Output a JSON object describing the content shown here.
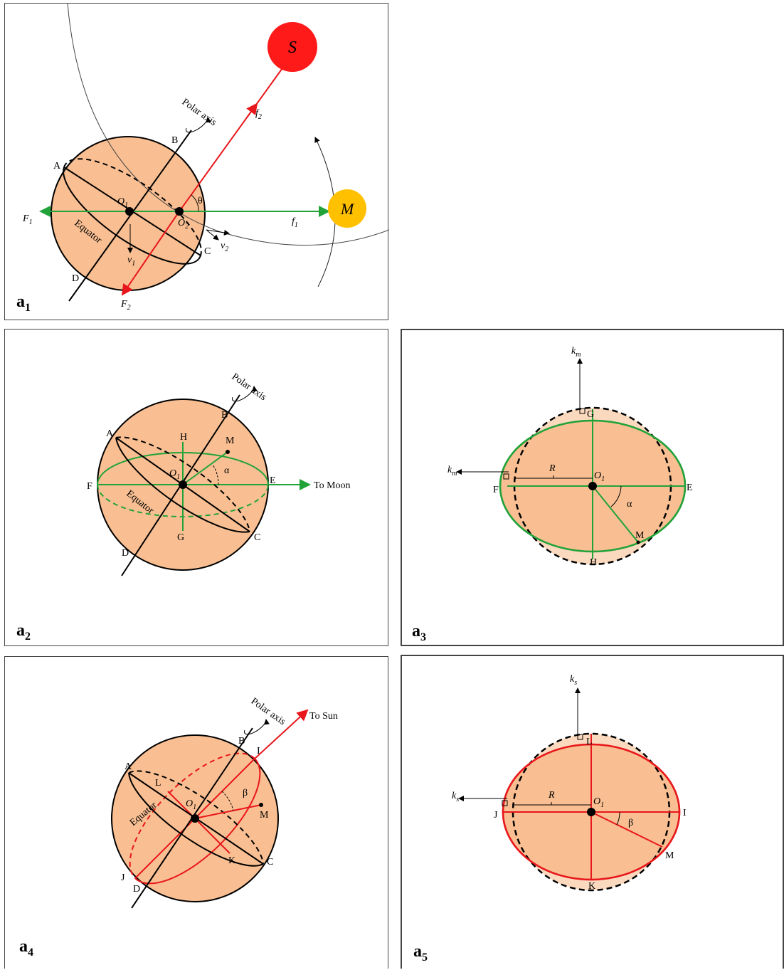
{
  "panels": {
    "a1": {
      "tag": "a",
      "tag_sub": "1",
      "polar_axis": "Polar axis",
      "equator": "Equator",
      "sun": "S",
      "moon": "M",
      "pts": {
        "A": "A",
        "B": "B",
        "C": "C",
        "D": "D"
      },
      "O1": "O",
      "O1_sub": "1",
      "O2": "O",
      "O2_sub": "2",
      "theta": "θ",
      "F1": "F",
      "F1_sub": "1",
      "F2": "F",
      "F2_sub": "2",
      "f1": "f",
      "f1_sub": "1",
      "f2": "f",
      "f2_sub": "2",
      "v1": "v",
      "v1_sub": "1",
      "v2": "v",
      "v2_sub": "2"
    },
    "a2": {
      "tag": "a",
      "tag_sub": "2",
      "polar_axis": "Polar axis",
      "equator": "Equator",
      "to_moon": "To Moon",
      "pts": {
        "A": "A",
        "B": "B",
        "C": "C",
        "D": "D",
        "E": "E",
        "F": "F",
        "G": "G",
        "H": "H",
        "M": "M"
      },
      "O1": "O",
      "O1_sub": "1",
      "alpha": "α"
    },
    "a3": {
      "tag": "a",
      "tag_sub": "3",
      "k": "k",
      "k_sub": "m",
      "R": "R",
      "pts": {
        "E": "E",
        "F": "F",
        "G": "G",
        "H": "H",
        "M": "M"
      },
      "O1": "O",
      "O1_sub": "1",
      "alpha": "α"
    },
    "a4": {
      "tag": "a",
      "tag_sub": "4",
      "polar_axis": "Polar axis",
      "equator": "Equator",
      "to_sun": "To Sun",
      "pts": {
        "A": "A",
        "B": "B",
        "C": "C",
        "D": "D",
        "I": "I",
        "J": "J",
        "K": "K",
        "L": "L",
        "M": "M"
      },
      "O1": "O",
      "O1_sub": "1",
      "beta": "β"
    },
    "a5": {
      "tag": "a",
      "tag_sub": "5",
      "k": "k",
      "k_sub": "s",
      "R": "R",
      "pts": {
        "I": "I",
        "J": "J",
        "K": "K",
        "L": "L",
        "M": "M"
      },
      "O1": "O",
      "O1_sub": "1",
      "beta": "β"
    }
  },
  "colors": {
    "earth": "#f9bf92",
    "sun": "#ff1a1a",
    "moon": "#ffc000",
    "green": "#22a33a",
    "red": "#e8171b"
  }
}
